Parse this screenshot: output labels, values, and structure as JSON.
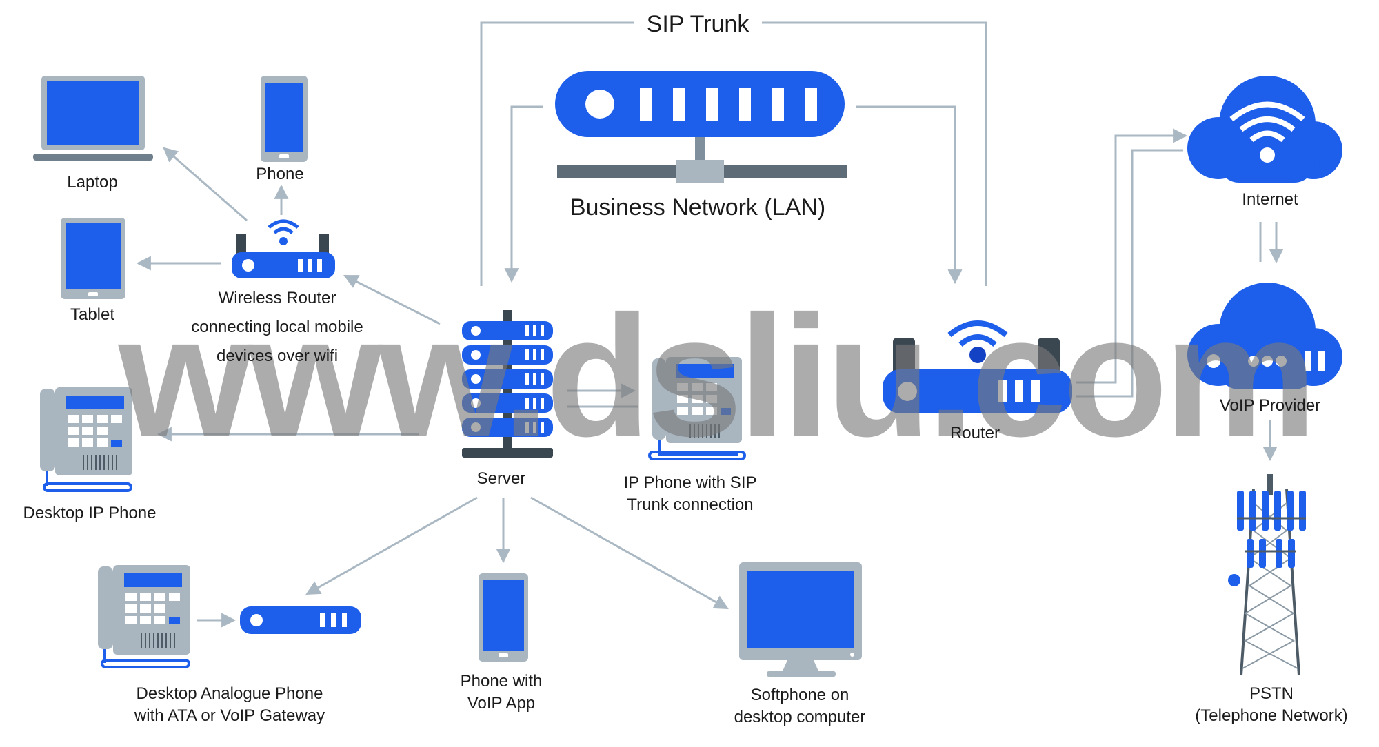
{
  "labels": {
    "sip_trunk": "SIP Trunk",
    "lan": "Business Network (LAN)",
    "laptop": "Laptop",
    "phone": "Phone",
    "tablet": "Tablet",
    "wireless_router": [
      "Wireless Router",
      "connecting local mobile",
      "devices over wifi"
    ],
    "server": "Server",
    "ip_phone_sip": [
      "IP Phone with SIP",
      "Trunk connection"
    ],
    "router": "Router",
    "internet": "Internet",
    "voip_provider": "VoIP Provider",
    "desktop_ip_phone": "Desktop IP Phone",
    "analogue_phone": [
      "Desktop Analogue Phone",
      "with ATA or VoIP Gateway"
    ],
    "phone_voip_app": [
      "Phone with",
      "VoIP App"
    ],
    "softphone": [
      "Softphone on",
      "desktop computer"
    ],
    "pstn": [
      "PSTN",
      "(Telephone Network)"
    ]
  },
  "watermark": "www.dsliu.com",
  "colors": {
    "device_blue": "#1d5eea",
    "device_grey": "#a9b6c0",
    "connector_line": "#aab8c3"
  },
  "icons": [
    "laptop-icon",
    "phone-icon",
    "tablet-icon",
    "wireless-router-icon",
    "server-icon",
    "lan-switch-icon",
    "ip-phone-icon",
    "router-icon",
    "cloud-internet-icon",
    "cloud-voip-icon",
    "desk-phone-icon",
    "ata-gateway-icon",
    "monitor-icon",
    "cell-tower-icon"
  ]
}
